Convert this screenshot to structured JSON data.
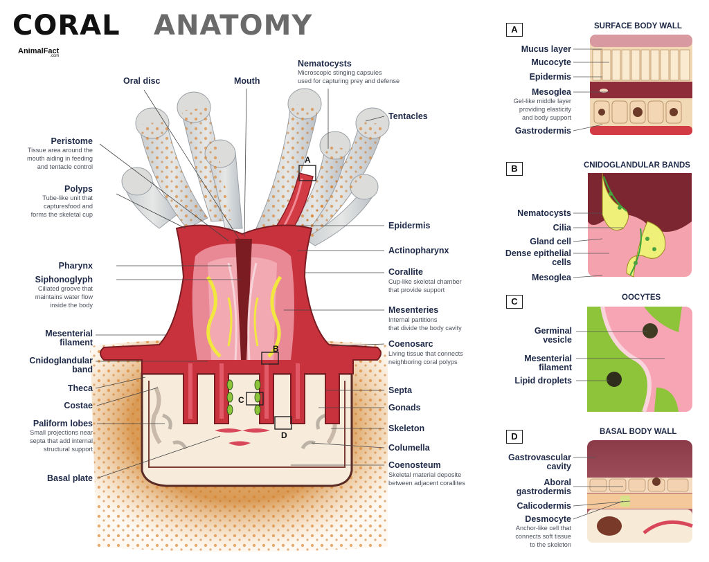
{
  "title": {
    "part1": "CORAL",
    "part2": "ANATOMY"
  },
  "brand": {
    "name": "AnimalFact",
    "sub": ".com"
  },
  "main_labels": {
    "oral_disc": "Oral disc",
    "mouth": "Mouth",
    "nematocysts": "Nematocysts",
    "nematocysts_desc": "Microscopic stinging capsules\nused for capturing prey and defense",
    "tentacles": "Tentacles",
    "peristome": "Peristome",
    "peristome_desc": "Tissue area around the\nmouth aiding in feeding\nand tentacle control",
    "polyps": "Polyps",
    "polyps_desc": "Tube-like unit that\ncapturesfood and\nforms the skeletal cup",
    "epidermis": "Epidermis",
    "actinopharynx": "Actinopharynx",
    "pharynx": "Pharynx",
    "siphonoglyph": "Siphonoglyph",
    "siphonoglyph_desc": "Ciliated groove that\nmaintains water flow\ninside the body",
    "corallite": "Corallite",
    "corallite_desc": "Cup-like skeletal chamber\nthat provide support",
    "mesenteries": "Mesenteries",
    "mesenteries_desc": "Internal partitions\nthat divide the body cavity",
    "mesenterial_filament": "Mesenterial\nfilament",
    "coenosarc": "Coenosarc",
    "coenosarc_desc": "Living tissue that connects\nneighboring coral polyps",
    "cnidoglandular_band": "Cnidoglandular\nband",
    "theca": "Theca",
    "costae": "Costae",
    "septa": "Septa",
    "gonads": "Gonads",
    "paliform_lobes": "Paliform lobes",
    "paliform_desc": "Small projections near\nsepta that add internal\nstructural support",
    "skeleton": "Skeleton",
    "columella": "Columella",
    "coenosteum": "Coenosteum",
    "coenosteum_desc": "Skeletal material deposite\nbetween adjacent corallites",
    "basal_plate": "Basal plate",
    "marker_a": "A",
    "marker_b": "B",
    "marker_c": "C",
    "marker_d": "D"
  },
  "panels": {
    "a": {
      "letter": "A",
      "title": "SURFACE BODY WALL",
      "mucus_layer": "Mucus layer",
      "mucocyte": "Mucocyte",
      "epidermis": "Epidermis",
      "mesoglea": "Mesoglea",
      "mesoglea_desc": "Gel-like middle layer\nproviding elasticity\nand body support",
      "gastrodermis": "Gastrodermis"
    },
    "b": {
      "letter": "B",
      "title": "CNIDOGLANDULAR BANDS",
      "nematocysts": "Nematocysts",
      "cilia": "Cilia",
      "gland_cell": "Gland cell",
      "dense_epithelial": "Dense epithelial\ncells",
      "mesoglea": "Mesoglea"
    },
    "c": {
      "letter": "C",
      "title": "OOCYTES",
      "germinal_vesicle": "Germinal\nvesicle",
      "mesenterial_filament": "Mesenterial\nfilament",
      "lipid_droplets": "Lipid droplets"
    },
    "d": {
      "letter": "D",
      "title": "BASAL BODY WALL",
      "gastrovascular": "Gastrovascular\ncavity",
      "aboral": "Aboral\ngastrodermis",
      "calicodermis": "Calicodermis",
      "desmocyte": "Desmocyte",
      "desmocyte_desc": "Anchor-like cell that\nconnects soft tissue\nto the skeleton"
    }
  },
  "colors": {
    "navy_text": "#1f2a48",
    "tissue_red": "#c8323c",
    "tissue_pink": "#f08a96",
    "gland_yellow": "#f2e640",
    "gonad_green": "#8ec43a",
    "sediment": "#d89a55",
    "skeleton_cream": "#f6ead8"
  }
}
